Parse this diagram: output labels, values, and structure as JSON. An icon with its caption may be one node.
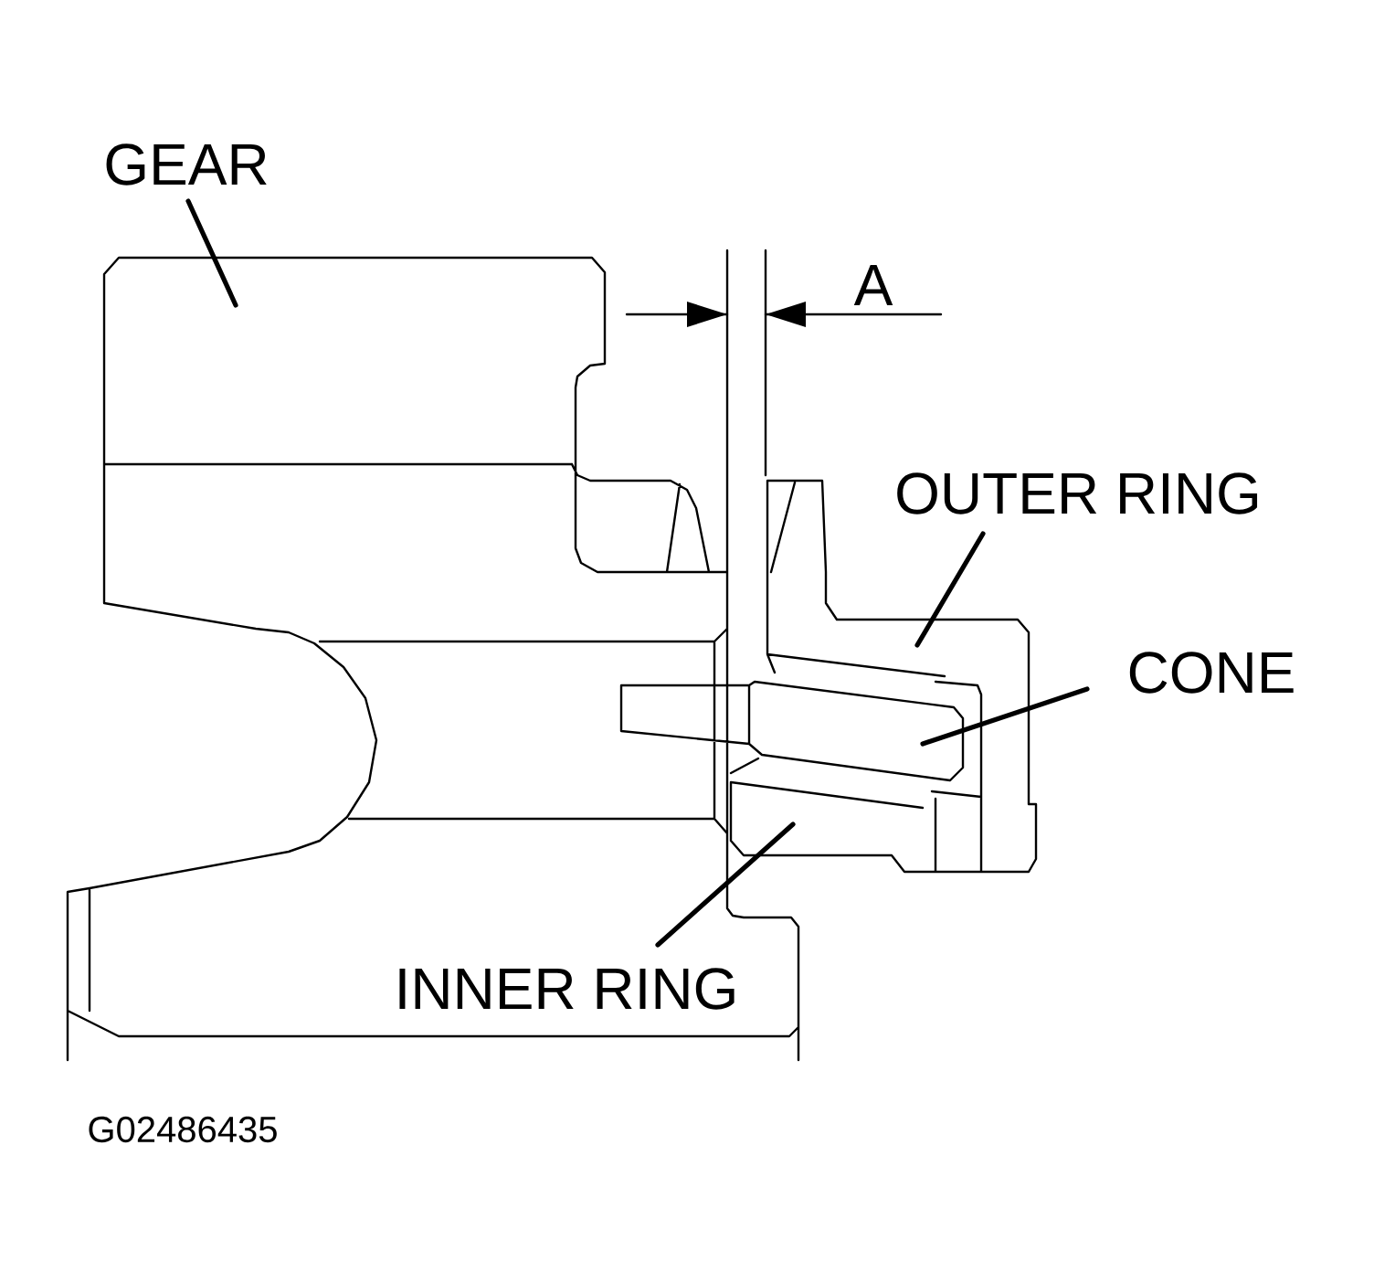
{
  "diagram": {
    "nodes": [
      {
        "text": [
          "GEAR"
        ]
      },
      {
        "text": [
          "OUTER RING"
        ]
      },
      {
        "text": [
          "CONE"
        ]
      },
      {
        "text": [
          "INNER RING"
        ]
      }
    ],
    "edges": [
      {
        "from": 0,
        "to": null,
        "arrow": "none"
      },
      {
        "from": 1,
        "to": null,
        "arrow": "none"
      },
      {
        "from": 2,
        "to": null,
        "arrow": "none"
      },
      {
        "from": 3,
        "to": null,
        "arrow": "none"
      }
    ],
    "labels": [
      "A",
      "G02486435"
    ]
  }
}
